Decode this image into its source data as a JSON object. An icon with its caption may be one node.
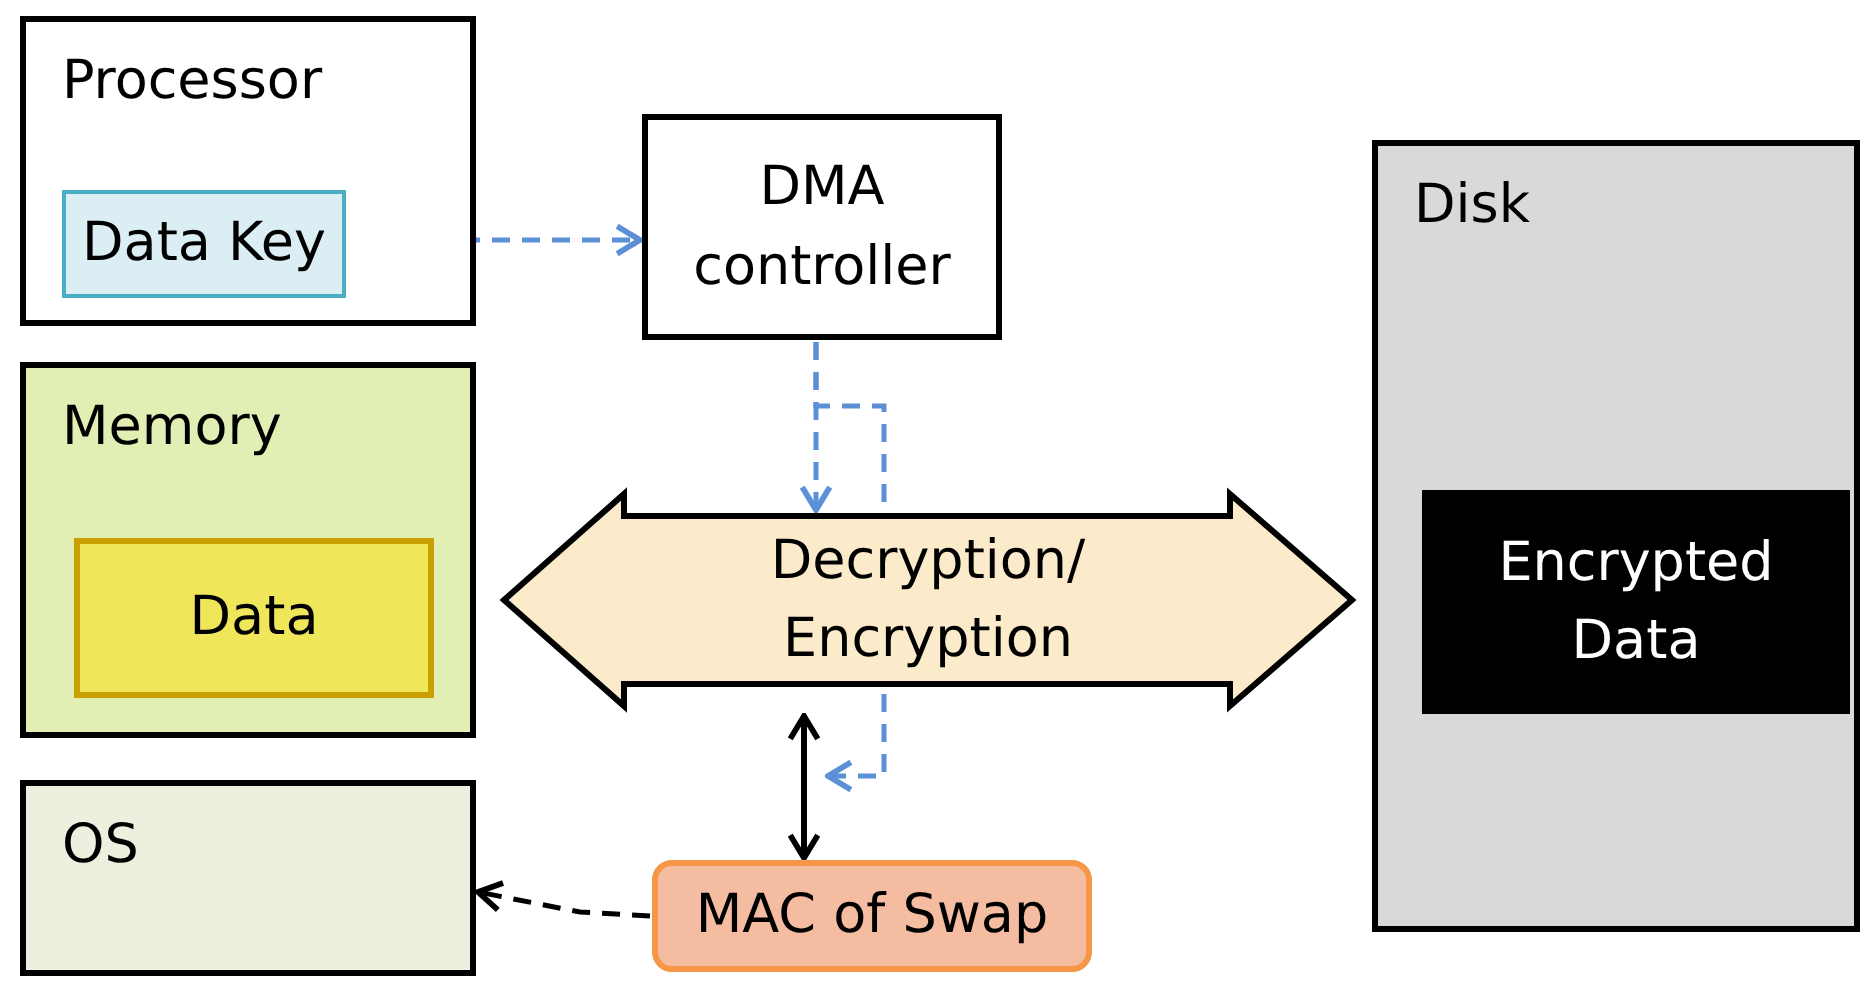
{
  "diagram": {
    "nodes": [
      {
        "text": [
          "Processor"
        ]
      },
      {
        "text": [
          "Data Key"
        ],
        "in": 0
      },
      {
        "text": [
          "DMA controller"
        ]
      },
      {
        "text": [
          "Memory"
        ]
      },
      {
        "text": [
          "Data"
        ],
        "in": 3
      },
      {
        "text": [
          "OS"
        ]
      },
      {
        "text": [
          "Decryption/ Encryption"
        ]
      },
      {
        "text": [
          "MAC of Swap"
        ]
      },
      {
        "text": [
          "Disk"
        ]
      },
      {
        "text": [
          "Encrypted Data"
        ],
        "in": 8
      }
    ],
    "edges": [
      {
        "from": 1,
        "to": 2,
        "arrow": "to",
        "style": "dashed"
      },
      {
        "from": 2,
        "to": 6,
        "arrow": "to",
        "style": "dashed"
      },
      {
        "from": 2,
        "to": null,
        "arrow": "to",
        "style": "dashed"
      },
      {
        "from": 6,
        "to": 7,
        "arrow": "both",
        "color": "#000000"
      },
      {
        "from": 7,
        "to": 5,
        "arrow": "to",
        "style": "dashed",
        "color": "#000000"
      }
    ]
  }
}
